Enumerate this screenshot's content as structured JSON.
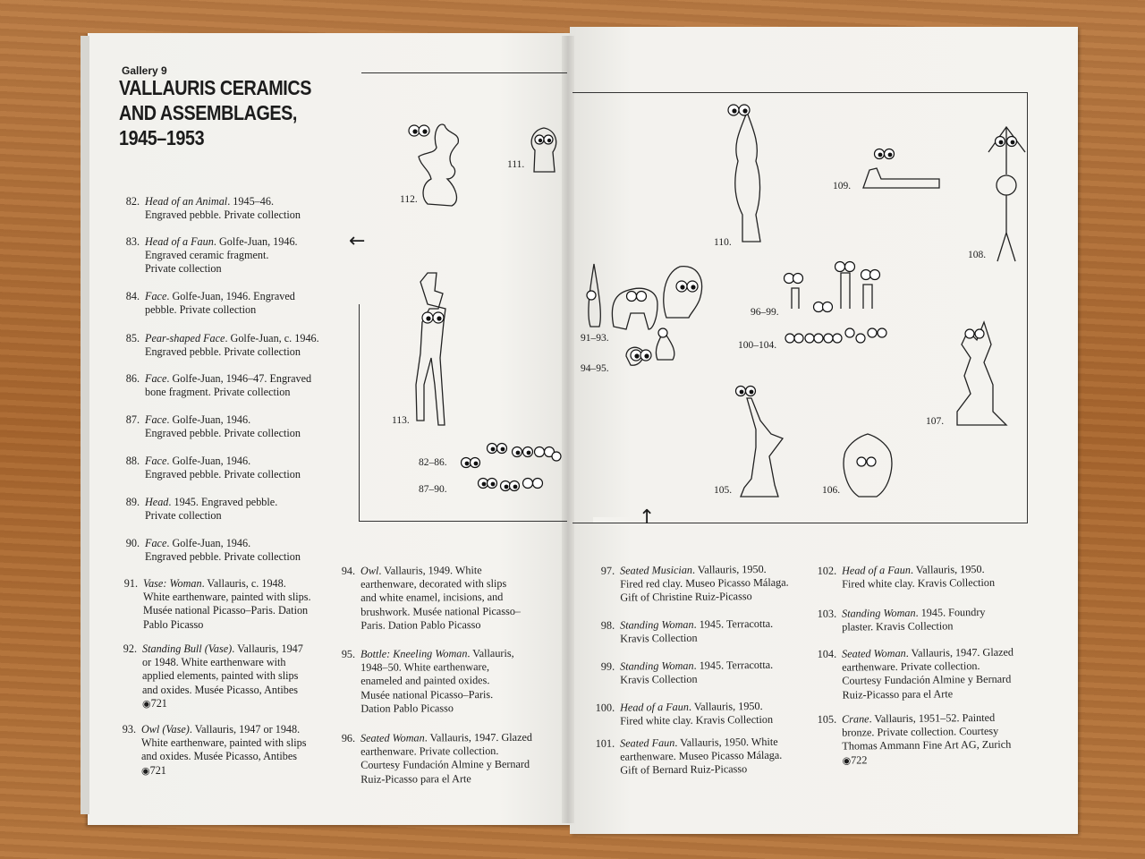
{
  "header": {
    "gallery_label": "Gallery 9",
    "title_lines": [
      "VALLAURIS CERAMICS",
      "AND ASSEMBLAGES,",
      "1945–1953"
    ]
  },
  "entries": [
    {
      "num": "82.",
      "lines": [
        "Head of an Animal. 1945–46.",
        "Engraved pebble. Private collection"
      ],
      "italic": "Head of an Animal"
    },
    {
      "num": "83.",
      "lines": [
        "Head of a Faun. Golfe-Juan, 1946.",
        "Engraved ceramic fragment.",
        "Private collection"
      ],
      "italic": "Head of a Faun"
    },
    {
      "num": "84.",
      "lines": [
        "Face. Golfe-Juan, 1946. Engraved",
        "pebble. Private collection"
      ],
      "italic": "Face"
    },
    {
      "num": "85.",
      "lines": [
        "Pear-shaped Face. Golfe-Juan, c. 1946.",
        "Engraved pebble. Private collection"
      ],
      "italic": "Pear-shaped Face"
    },
    {
      "num": "86.",
      "lines": [
        "Face. Golfe-Juan, 1946–47. Engraved",
        "bone fragment. Private collection"
      ],
      "italic": "Face"
    },
    {
      "num": "87.",
      "lines": [
        "Face. Golfe-Juan, 1946.",
        "Engraved pebble. Private collection"
      ],
      "italic": "Face"
    },
    {
      "num": "88.",
      "lines": [
        "Face. Golfe-Juan, 1946.",
        "Engraved pebble. Private collection"
      ],
      "italic": "Face"
    },
    {
      "num": "89.",
      "lines": [
        "Head. 1945. Engraved pebble.",
        "Private collection"
      ],
      "italic": "Head"
    },
    {
      "num": "90.",
      "lines": [
        "Face. Golfe-Juan, 1946.",
        "Engraved pebble. Private collection"
      ],
      "italic": "Face"
    },
    {
      "num": "91.",
      "lines": [
        "Vase: Woman. Vallauris, c. 1948.",
        "White earthenware, painted with slips.",
        "Musée national Picasso–Paris. Dation",
        "Pablo Picasso"
      ],
      "italic": "Vase: Woman"
    },
    {
      "num": "92.",
      "lines": [
        "Standing Bull (Vase). Vallauris, 1947",
        "or 1948. White earthenware with",
        "applied elements, painted with slips",
        "and oxides. Musée Picasso, Antibes",
        "721"
      ],
      "italic": "Standing Bull (Vase)",
      "audio_last": true
    },
    {
      "num": "93.",
      "lines": [
        "Owl (Vase). Vallauris, 1947 or 1948.",
        "White earthenware, painted with slips",
        "and oxides. Musée Picasso, Antibes",
        "721"
      ],
      "italic": "Owl (Vase)",
      "audio_last": true
    },
    {
      "num": "94.",
      "lines": [
        "Owl. Vallauris, 1949. White",
        "earthenware, decorated with slips",
        "and white enamel, incisions, and",
        "brushwork. Musée national Picasso–",
        "Paris. Dation Pablo Picasso"
      ],
      "italic": "Owl"
    },
    {
      "num": "95.",
      "lines": [
        "Bottle: Kneeling Woman. Vallauris,",
        "1948–50. White earthenware,",
        "enameled and painted oxides.",
        "Musée national Picasso–Paris.",
        "Dation Pablo Picasso"
      ],
      "italic": "Bottle: Kneeling Woman"
    },
    {
      "num": "96.",
      "lines": [
        "Seated Woman. Vallauris, 1947. Glazed",
        "earthenware. Private collection.",
        "Courtesy Fundación Almine y Bernard",
        "Ruiz-Picasso para el Arte"
      ],
      "italic": "Seated Woman"
    },
    {
      "num": "97.",
      "lines": [
        "Seated Musician. Vallauris, 1950.",
        "Fired red clay. Museo Picasso Málaga.",
        "Gift of Christine Ruiz-Picasso"
      ],
      "italic": "Seated Musician"
    },
    {
      "num": "98.",
      "lines": [
        "Standing Woman. 1945. Terracotta.",
        "Kravis Collection"
      ],
      "italic": "Standing Woman"
    },
    {
      "num": "99.",
      "lines": [
        "Standing Woman. 1945. Terracotta.",
        "Kravis Collection"
      ],
      "italic": "Standing Woman"
    },
    {
      "num": "100.",
      "lines": [
        "Head of a Faun. Vallauris, 1950.",
        "Fired white clay. Kravis Collection"
      ],
      "italic": "Head of a Faun"
    },
    {
      "num": "101.",
      "lines": [
        "Seated Faun. Vallauris, 1950. White",
        "earthenware. Museo Picasso Málaga.",
        "Gift of Bernard Ruiz-Picasso"
      ],
      "italic": "Seated Faun"
    },
    {
      "num": "102.",
      "lines": [
        "Head of a Faun. Vallauris, 1950.",
        "Fired white clay. Kravis Collection"
      ],
      "italic": "Head of a Faun"
    },
    {
      "num": "103.",
      "lines": [
        "Standing Woman. 1945. Foundry",
        "plaster. Kravis Collection"
      ],
      "italic": "Standing Woman"
    },
    {
      "num": "104.",
      "lines": [
        "Seated Woman. Vallauris, 1947. Glazed",
        "earthenware. Private collection.",
        "Courtesy Fundación Almine y Bernard",
        "Ruiz-Picasso para el Arte"
      ],
      "italic": "Seated Woman"
    },
    {
      "num": "105.",
      "lines": [
        "Crane. Vallauris, 1951–52. Painted",
        "bronze. Private collection. Courtesy",
        "Thomas Ammann Fine Art AG, Zurich",
        "722"
      ],
      "italic": "Crane",
      "audio_last": true
    }
  ],
  "plan_labels": {
    "l112": "112.",
    "l111": "111.",
    "l110": "110.",
    "l109": "109.",
    "l108": "108.",
    "l113": "113.",
    "l91_93": "91–93.",
    "l94_95": "94–95.",
    "l96_99": "96–99.",
    "l100_104": "100–104.",
    "l107": "107.",
    "l82_86": "82–86.",
    "l87_90": "87–90.",
    "l105": "105.",
    "l106": "106."
  },
  "arrows": {
    "left": "←",
    "up": "↑"
  },
  "icons": {
    "audio": "audio-guide-icon"
  }
}
